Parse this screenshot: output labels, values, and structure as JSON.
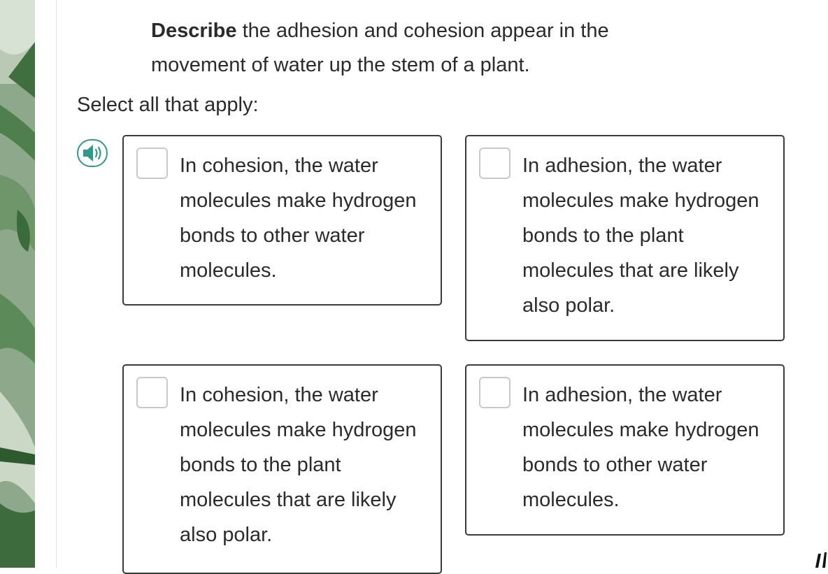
{
  "question": {
    "prompt_bold": "Describe",
    "prompt_rest": " the adhesion and cohesion appear in the movement of water up the stem of a plant.",
    "instruction": "Select all that apply:"
  },
  "audio": {
    "icon": "speaker-icon",
    "accent_color": "#2f9a8a"
  },
  "options": [
    {
      "text": "In cohesion, the water molecules make hydrogen bonds to other water molecules.",
      "checked": false
    },
    {
      "text": "In adhesion, the water molecules make hydrogen bonds to the plant molecules that are likely also polar.",
      "checked": false
    },
    {
      "text": "In cohesion, the water molecules make hydrogen bonds to the plant molecules that are likely also polar.",
      "checked": false
    },
    {
      "text": "In adhesion, the water molecules make hydrogen bonds to other water molecules.",
      "checked": false
    }
  ]
}
